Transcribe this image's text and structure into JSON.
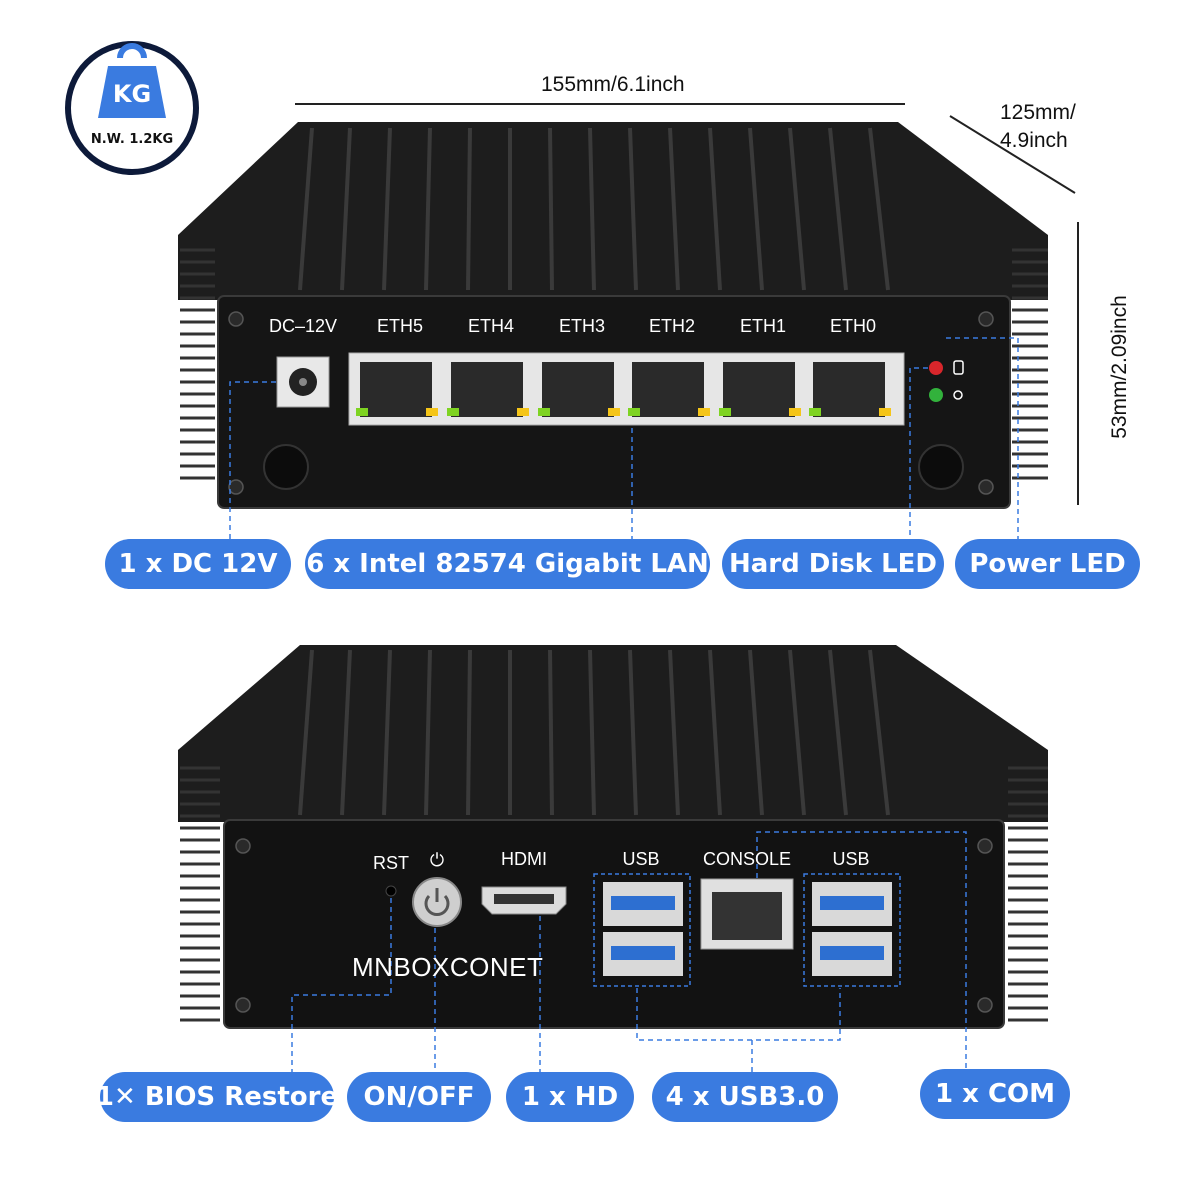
{
  "weight": {
    "unit": "KG",
    "label": "N.W. 1.2KG"
  },
  "dimensions": {
    "width": "155mm/6.1inch",
    "depth_line1": "125mm/",
    "depth_line2": "4.9inch",
    "height": "53mm/2.09inch"
  },
  "front": {
    "port_labels": {
      "dc": "DC–12V",
      "eth": [
        "ETH5",
        "ETH4",
        "ETH3",
        "ETH2",
        "ETH1",
        "ETH0"
      ]
    },
    "callouts": [
      "1 x DC 12V",
      "6 x Intel 82574 Gigabit LAN",
      "Hard Disk LED",
      "Power LED"
    ]
  },
  "back": {
    "port_labels": {
      "rst": "RST",
      "power_symbol": "⏻",
      "hdmi": "HDMI",
      "usb_left": "USB",
      "console": "CONSOLE",
      "usb_right": "USB"
    },
    "brand": "MNBOXCONET",
    "callouts": [
      "1✕ BIOS Restore",
      "ON/OFF",
      "1 x HD",
      "4 x USB3.0",
      "1 x COM"
    ]
  },
  "colors": {
    "accent": "#3a7be0",
    "chassis": "#1b1b1b",
    "panel": "#111111",
    "led_red": "#d8262b",
    "led_green": "#32b23c"
  }
}
